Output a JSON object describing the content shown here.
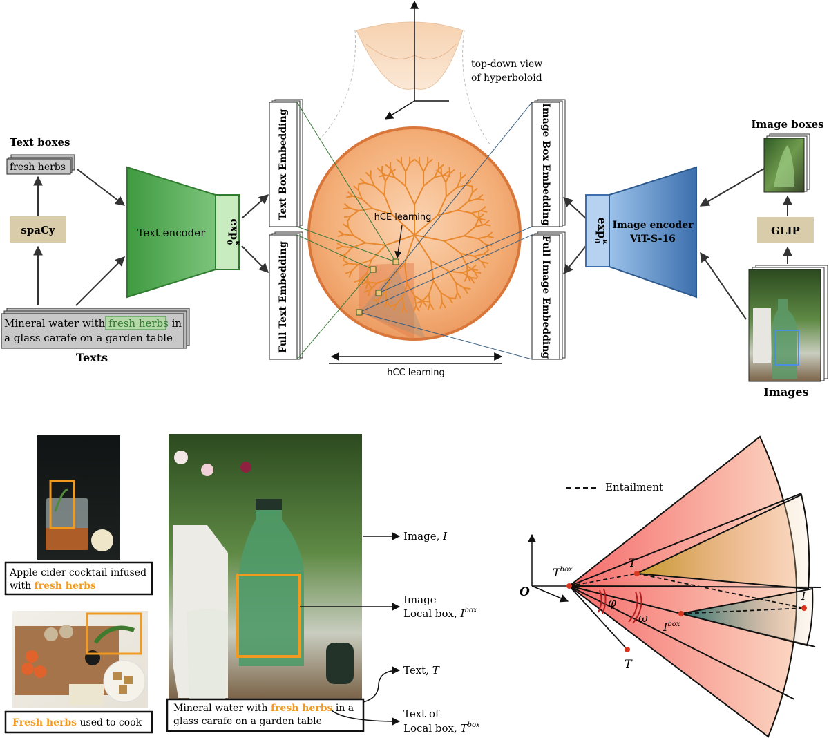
{
  "top": {
    "text_boxes_title": "Text boxes",
    "text_box_chip": "fresh herbs",
    "spacy_label": "spaCy",
    "texts_caption_line1_before": "Mineral water with ",
    "texts_caption_highlight": "fresh herbs",
    "texts_caption_line1_after": " in",
    "texts_caption_line2": "a glass carafe on a garden table",
    "texts_label": "Texts",
    "text_encoder_label": "Text encoder",
    "exp_label": "exp",
    "exp_sub": "0",
    "exp_sup": "κ",
    "text_box_embedding": "Text Box Embedding",
    "full_text_embedding": "Full Text Embedding",
    "hyperboloid_label_line1": "top-down view",
    "hyperboloid_label_line2": "of hyperboloid",
    "hce_label": "hCE learning",
    "hcc_label": "hCC learning",
    "image_box_embedding": "Image Box Embedding",
    "full_image_embedding": "Full Image Embedding",
    "image_encoder_line1": "Image encoder",
    "image_encoder_line2": "ViT-S-16",
    "glip_label": "GLIP",
    "image_boxes_title": "Image boxes",
    "images_label": "Images"
  },
  "bottom": {
    "caption1_line1": "Apple cider cocktail infused",
    "caption1_line2_before": "with ",
    "caption1_highlight": "fresh herbs",
    "caption2_highlight": "Fresh herbs",
    "caption2_after": " used to cook",
    "caption3_line1_before": "Mineral water with ",
    "caption3_highlight": "fresh herbs",
    "caption3_line1_after": " in a",
    "caption3_line2": "glass carafe on a garden table",
    "label_image": "Image, ",
    "label_image_var": "I",
    "label_local_box_line1": "Image",
    "label_local_box_line2": "Local box, ",
    "label_local_box_var": "I",
    "label_local_box_sup": "box",
    "label_text": "Text, ",
    "label_text_var": "T",
    "label_text_box_line1": "Text of",
    "label_text_box_line2": "Local box, ",
    "label_text_box_var": "T",
    "label_text_box_sup": "box",
    "legend_entailment": "Entailment",
    "origin_label": "O",
    "tbox_label": "T",
    "tbox_sup": "box",
    "t_label": "T",
    "t_label_lower": "T",
    "i_label": "I",
    "ibox_label": "I",
    "ibox_sup": "box",
    "phi_label": "φ",
    "omega_label": "ω"
  },
  "colors": {
    "green_encoder": "#4aa04a",
    "blue_encoder": "#4a7fc0",
    "tan_box": "#d9ccaa",
    "orange_highlight": "#f29a1f",
    "disk_orange": "#f0a468",
    "tree_orange": "#e8892f",
    "cone_red": "#f58a8a",
    "cone_gold": "#c9a33a",
    "cone_teal": "#2e7a78"
  }
}
